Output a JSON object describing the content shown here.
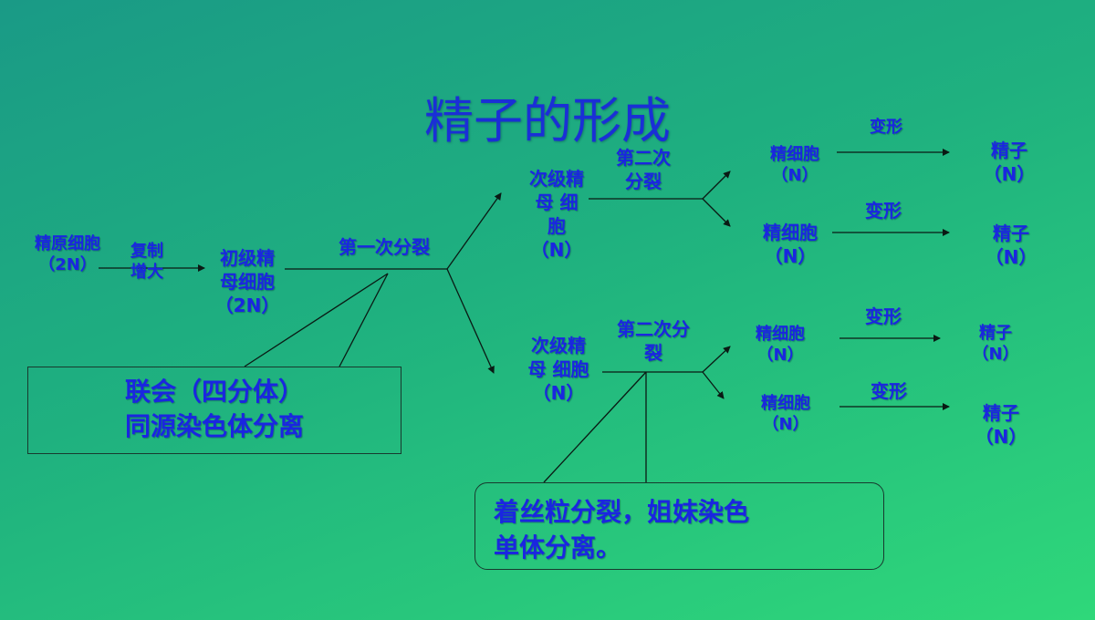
{
  "slide": {
    "title": "精子的形成",
    "accent_color": "#1a26e0",
    "background": [
      "#1a9a86",
      "#2fd87a"
    ]
  },
  "nodes": {
    "spermatogonium": "精原细胞\n（2N）",
    "replicate": "复制\n增大",
    "primary": "初级精\n母细胞\n（2N）",
    "first_division": "第一次分裂",
    "secondary_upper": "次级精\n母 细\n胞\n（N）",
    "second_division_upper": "第二次\n分裂",
    "secondary_lower": "次级精\n母 细胞\n（N）",
    "second_division_lower": "第二次分\n裂",
    "spermatid_1": "精细胞\n（N）",
    "spermatid_2": "精细胞\n（N）",
    "spermatid_3": "精细胞\n（N）",
    "spermatid_4": "精细胞\n（N）",
    "transform_1": "变形",
    "transform_2": "变形",
    "transform_3": "变形",
    "transform_4": "变形",
    "sperm_1": "精子\n（N）",
    "sperm_2": "精子\n（N）",
    "sperm_3": "精子\n（N）",
    "sperm_4": "精子\n（N）"
  },
  "callouts": {
    "meiosis1_note": "联会（四分体）\n同源染色体分离",
    "meiosis2_note": "着丝粒分裂，姐妹染色\n单体分离。"
  }
}
